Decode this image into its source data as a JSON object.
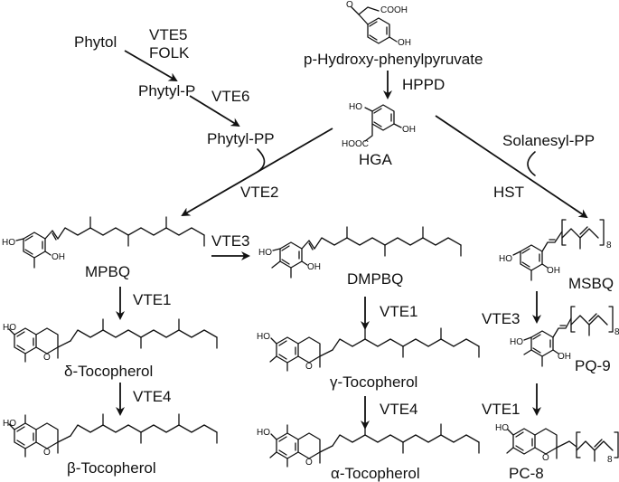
{
  "colors": {
    "ink": "#111111",
    "background": "#ffffff"
  },
  "compounds": {
    "phytol": "Phytol",
    "phytyl_p": "Phytyl-P",
    "phytyl_pp": "Phytyl-PP",
    "hpp": "p-Hydroxy-phenylpyruvate",
    "hga": "HGA",
    "solanesyl_pp": "Solanesyl-PP",
    "mpbq": "MPBQ",
    "dmpbq": "DMPBQ",
    "msbq": "MSBQ",
    "delta_toc": "δ-Tocopherol",
    "gamma_toc": "γ-Tocopherol",
    "beta_toc": "β-Tocopherol",
    "alpha_toc": "α-Tocopherol",
    "pq9": "PQ-9",
    "pc8": "PC-8"
  },
  "enzymes": {
    "vte5": "VTE5",
    "folk": "FOLK",
    "vte6": "VTE6",
    "hppd": "HPPD",
    "vte2": "VTE2",
    "hst": "HST",
    "vte3_mid": "VTE3",
    "vte3_right": "VTE3",
    "vte1_left": "VTE1",
    "vte1_mid": "VTE1",
    "vte1_right": "VTE1",
    "vte4_left": "VTE4",
    "vte4_mid": "VTE4"
  },
  "atoms": {
    "oh": "OH",
    "ho": "HO",
    "o": "O",
    "hooc": "HOOC",
    "cooh": "COOH",
    "repeat_n": "8"
  }
}
